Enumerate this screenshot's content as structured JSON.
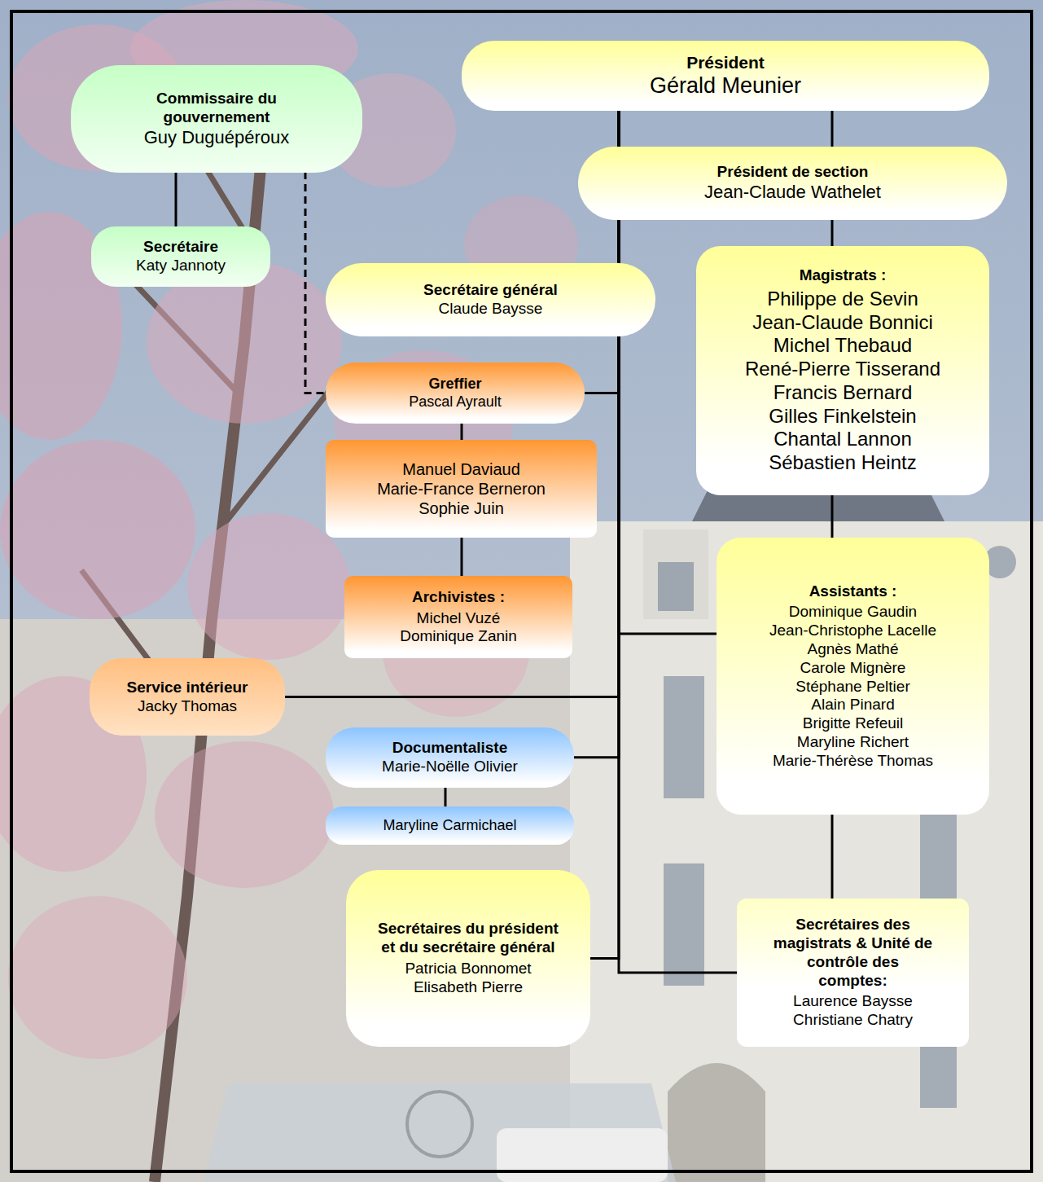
{
  "diagram": {
    "nodes": [
      {
        "text": [
          "Président",
          "Gérald Meunier"
        ]
      },
      {
        "text": [
          "Commissaire du gouvernement",
          "Guy Duguépéroux"
        ]
      },
      {
        "text": [
          "Président de section",
          "Jean-Claude Wathelet"
        ]
      },
      {
        "text": [
          "Secrétaire",
          "Katy Jannoty"
        ]
      },
      {
        "text": [
          "Secrétaire général",
          "Claude Baysse"
        ]
      },
      {
        "text": [
          "Magistrats :",
          "Philippe de Sevin",
          "Jean-Claude Bonnici",
          "Michel Thebaud",
          "René-Pierre Tisserand",
          "Francis Bernard",
          "Gilles Finkelstein",
          "Chantal Lannon",
          "Sébastien Heintz"
        ]
      },
      {
        "text": [
          "Greffier",
          "Pascal Ayrault"
        ]
      },
      {
        "text": [
          "Manuel Daviaud",
          "Marie-France Berneron",
          "Sophie Juin"
        ]
      },
      {
        "text": [
          "Archivistes :",
          "Michel Vuzé",
          "Dominique Zanin"
        ]
      },
      {
        "text": [
          "Assistants :",
          "Dominique Gaudin",
          "Jean-Christophe Lacelle",
          "Agnès Mathé",
          "Carole Mignère",
          "Stéphane Peltier",
          "Alain Pinard",
          "Brigitte Refeuil",
          "Maryline Richert",
          "Marie-Thérèse Thomas"
        ]
      },
      {
        "text": [
          "Service intérieur",
          "Jacky Thomas"
        ]
      },
      {
        "text": [
          "Documentaliste",
          "Marie-Noëlle Olivier"
        ]
      },
      {
        "text": [
          "Maryline Carmichael"
        ]
      },
      {
        "text": [
          "Secrétaires du président et du secrétaire général",
          "Patricia Bonnomet",
          "Elisabeth Pierre"
        ]
      },
      {
        "text": [
          "Secrétaires des magistrats & Unité de contrôle des comptes:",
          "Laurence Baysse",
          "Christiane Chatry"
        ]
      }
    ],
    "edges": [
      {
        "from": 0,
        "to": 2,
        "arrow": "none"
      },
      {
        "from": 0,
        "to": 4,
        "arrow": "none"
      },
      {
        "from": 0,
        "to": 6,
        "arrow": "none"
      },
      {
        "from": 0,
        "to": 10,
        "arrow": "none"
      },
      {
        "from": 0,
        "to": 11,
        "arrow": "none"
      },
      {
        "from": 0,
        "to": 13,
        "arrow": "none"
      },
      {
        "from": 0,
        "to": 9,
        "arrow": "none"
      },
      {
        "from": 0,
        "to": 14,
        "arrow": "none"
      },
      {
        "from": 2,
        "to": 5,
        "arrow": "none"
      },
      {
        "from": 5,
        "to": 9,
        "arrow": "none"
      },
      {
        "from": 9,
        "to": 14,
        "arrow": "none"
      },
      {
        "from": 1,
        "to": 3,
        "arrow": "none"
      },
      {
        "from": 1,
        "to": 6,
        "arrow": "none"
      },
      {
        "from": 6,
        "to": 7,
        "arrow": "none"
      },
      {
        "from": 7,
        "to": 8,
        "arrow": "none"
      },
      {
        "from": 11,
        "to": 12,
        "arrow": "none"
      }
    ]
  }
}
